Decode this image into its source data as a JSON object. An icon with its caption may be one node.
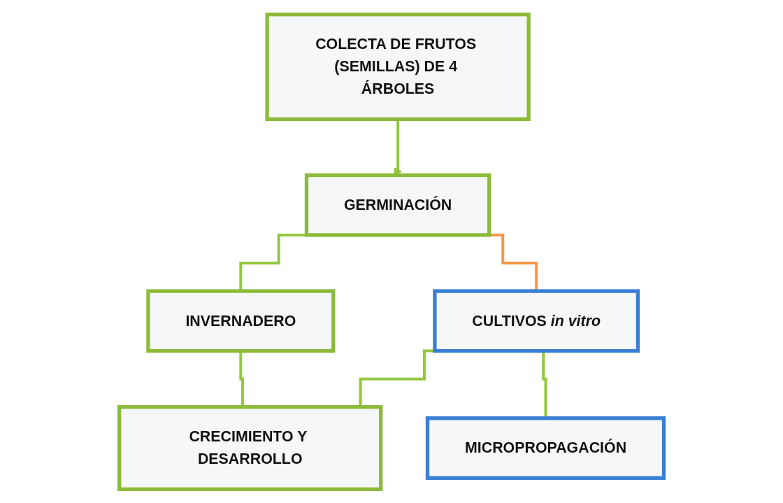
{
  "diagram": {
    "nodes": [
      {
        "text": [
          "COLECTA DE FRUTOS (SEMILLAS) DE 4 ÁRBOLES"
        ]
      },
      {
        "text": [
          "GERMINACIÓN"
        ]
      },
      {
        "text": [
          "INVERNADERO"
        ]
      },
      {
        "text": [
          "CULTIVOS *in vitro*"
        ]
      },
      {
        "text": [
          "CRECIMIENTO Y DESARROLLO"
        ]
      },
      {
        "text": [
          "MICROPROPAGACIÓN"
        ]
      }
    ],
    "edges": [
      {
        "from": 0,
        "to": 1,
        "arrow": "to"
      },
      {
        "from": 1,
        "to": 2,
        "arrow": "none"
      },
      {
        "from": 1,
        "to": 3,
        "arrow": "none",
        "color": "#f79646"
      },
      {
        "from": 2,
        "to": 4,
        "arrow": "none"
      },
      {
        "from": 3,
        "to": 4,
        "arrow": "none"
      },
      {
        "from": 3,
        "to": 5,
        "arrow": "none"
      }
    ]
  }
}
